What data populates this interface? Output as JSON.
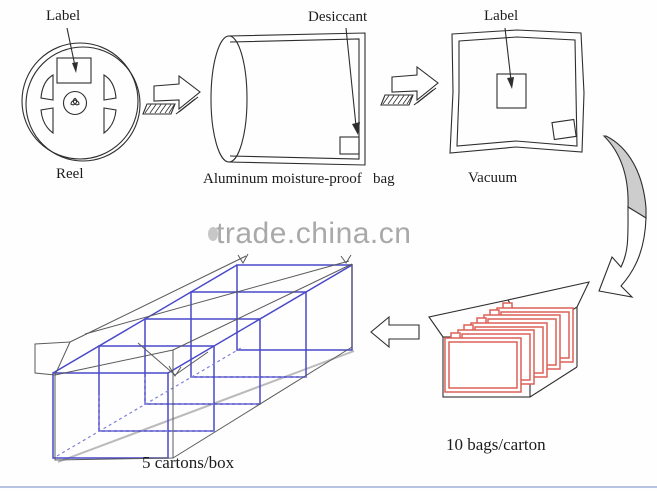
{
  "watermark": {
    "text": "trade.china.cn"
  },
  "stages": {
    "reel": {
      "annotation": "Label",
      "caption": "Reel"
    },
    "bag": {
      "annotation": "Desiccant",
      "caption": "Aluminum moisture-proof   bag"
    },
    "vacuum": {
      "annotation": "Label",
      "caption": "Vacuum"
    },
    "carton": {
      "caption": "10 bags/carton"
    },
    "box": {
      "caption": "5 cartons/box"
    }
  },
  "colors": {
    "carton_blue": "#4848c8",
    "carton_dot": "#8080d8",
    "bag_red": "#dd6058",
    "watermark_gray": "#a9a9a9",
    "arrow_fill": "#cdcdcd",
    "bottom_line": "#b4c2e4"
  }
}
